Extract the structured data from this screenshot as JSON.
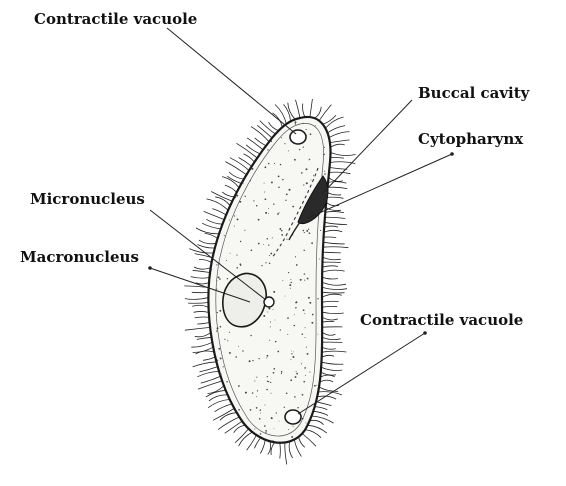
{
  "labels": {
    "contractile_vacuole_top": "Contractile vacuole",
    "buccal_cavity": "Buccal cavity",
    "cytopharynx": "Cytopharynx",
    "micronucleus": "Micronucleus",
    "macronucleus": "Macronucleus",
    "contractile_vacuole_bottom": "Contractile vacuole"
  },
  "colors": {
    "ink": "#222222",
    "background": "#ffffff",
    "body_fill": "#f7f7f4"
  }
}
